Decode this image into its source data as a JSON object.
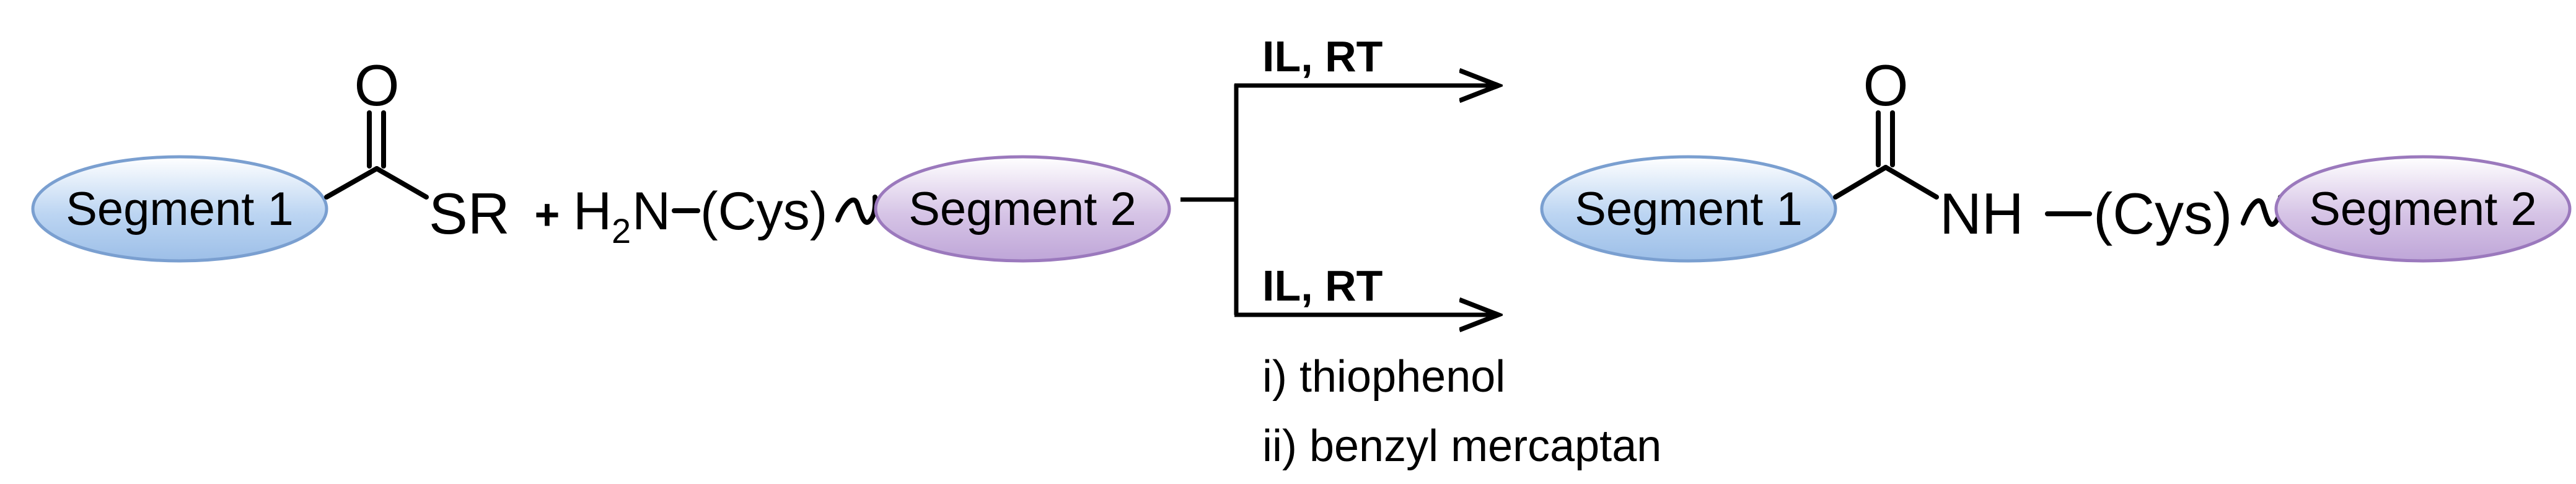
{
  "reactant_1": {
    "segment_label": "Segment 1",
    "carbonyl_oxygen": "O",
    "thioester_group": "SR"
  },
  "plus_sign": "+",
  "reactant_2": {
    "amine_h": "H",
    "amine_subscript": "2",
    "amine_n": "N",
    "cysteine_label": "(Cys)",
    "segment_label": "Segment 2"
  },
  "conditions": {
    "upper_arrow_label": "IL, RT",
    "lower_arrow_label": "IL, RT",
    "additives": [
      "i) thiophenol",
      "ii) benzyl mercaptan"
    ]
  },
  "product": {
    "segment_1_label": "Segment 1",
    "carbonyl_oxygen": "O",
    "amide_group": "NH",
    "cysteine_label": "(Cys)",
    "segment_2_label": "Segment 2"
  },
  "colors": {
    "segment_1_fill": "#bcd5f2",
    "segment_1_stroke": "#7a9fd0",
    "segment_2_fill": "#d6c4e6",
    "segment_2_stroke": "#9b79bd"
  }
}
